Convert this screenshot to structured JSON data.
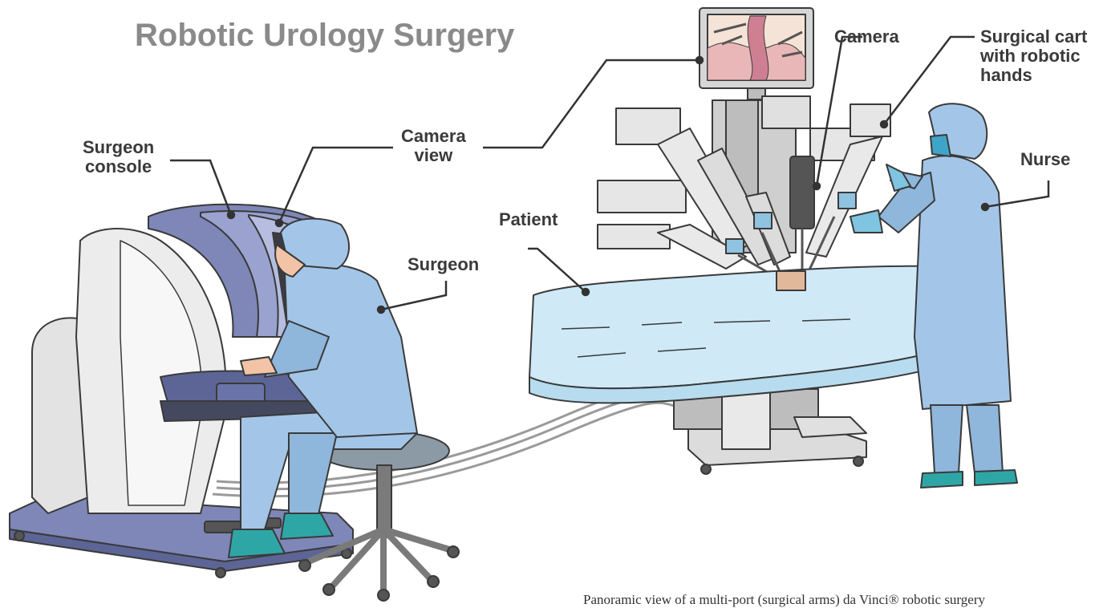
{
  "title": "Robotic Urology Surgery",
  "labels": {
    "surgeon_console": [
      "Surgeon",
      "console"
    ],
    "camera_view": [
      "Camera",
      "view"
    ],
    "surgeon": "Surgeon",
    "patient": "Patient",
    "camera": "Camera",
    "surgical_cart": [
      "Surgical cart",
      "with robotic",
      "hands"
    ],
    "nurse": "Nurse"
  },
  "caption": "Panoramic view of a multi-port (surgical arms) da Vinci® robotic surgery",
  "colors": {
    "console_purple": "#7e87b8",
    "scrubs_blue": "#a3c6e8",
    "drape_blue": "#cfe9f7",
    "shoes_teal": "#2fa6a6",
    "machine_gray": "#d8d8d8",
    "leader_line": "#333333"
  }
}
